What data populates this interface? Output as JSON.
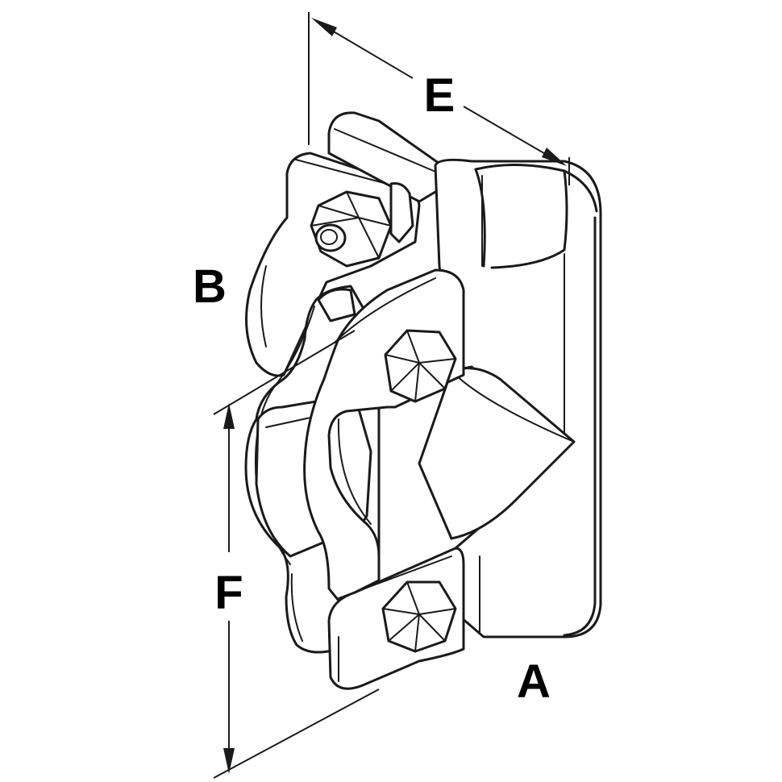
{
  "labels": {
    "a": "A",
    "b": "B",
    "e": "E",
    "f": "F"
  },
  "colors": {
    "ink": "#1a1a1a",
    "background": "#ffffff"
  }
}
